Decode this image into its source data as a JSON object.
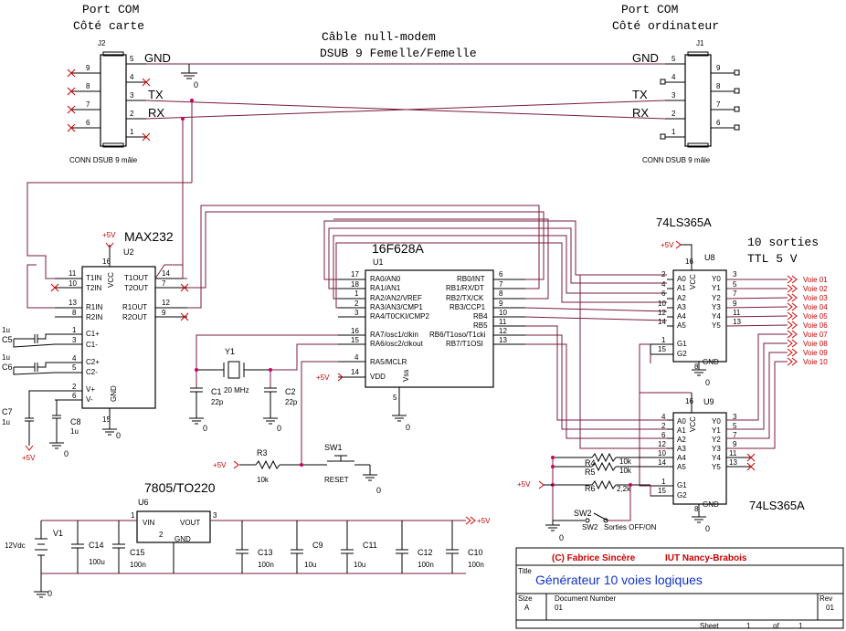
{
  "headings": {
    "com_card": [
      "Port COM",
      "Côté carte"
    ],
    "com_pc": [
      "Port COM",
      "Côté ordinateur"
    ],
    "cable": [
      "Câble null-modem",
      "DSUB 9 Femelle/Femelle"
    ],
    "outputs": [
      "10 sorties",
      "TTL 5 V"
    ]
  },
  "connectors": {
    "j2": {
      "ref": "J2",
      "caption": "CONN DSUB 9 mâle",
      "signals": [
        "GND",
        "TX",
        "RX"
      ],
      "pins": [
        "5",
        "9",
        "4",
        "8",
        "3",
        "7",
        "2",
        "6",
        "1"
      ]
    },
    "j1": {
      "ref": "J1",
      "caption": "CONN DSUB 9 mâle",
      "signals": [
        "GND",
        "TX",
        "RX"
      ],
      "pins": [
        "5",
        "9",
        "4",
        "8",
        "3",
        "7",
        "2",
        "6",
        "1"
      ]
    }
  },
  "max232": {
    "name": "MAX232",
    "ref": "U2",
    "supply": "+5V",
    "gnd_pin": "15",
    "vcc_pin": "16",
    "left_pins": [
      {
        "num": "11",
        "name": "T1IN"
      },
      {
        "num": "10",
        "name": "T2IN"
      },
      {
        "num": "13",
        "name": "R1IN"
      },
      {
        "num": "8",
        "name": "R2IN"
      },
      {
        "num": "1",
        "name": "C1+"
      },
      {
        "num": "3",
        "name": "C1-"
      },
      {
        "num": "4",
        "name": "C2+"
      },
      {
        "num": "5",
        "name": "C2-"
      },
      {
        "num": "2",
        "name": "V+"
      },
      {
        "num": "6",
        "name": "V-"
      }
    ],
    "right_pins": [
      {
        "num": "14",
        "name": "T1OUT"
      },
      {
        "num": "7",
        "name": "T2OUT"
      },
      {
        "num": "12",
        "name": "R1OUT"
      },
      {
        "num": "9",
        "name": "R2OUT"
      }
    ],
    "vcc_label": "VCC",
    "gnd_label": "GND"
  },
  "pic": {
    "name": "16F628A",
    "ref": "U1",
    "supply": "+5V",
    "gnd_pin": "5",
    "left_pins": [
      {
        "num": "17",
        "name": "RA0/AN0"
      },
      {
        "num": "18",
        "name": "RA1/AN1"
      },
      {
        "num": "1",
        "name": "RA2/AN2/VREF"
      },
      {
        "num": "2",
        "name": "RA3/AN3/CMP1"
      },
      {
        "num": "3",
        "name": "RA4/T0CKI/CMP2"
      },
      {
        "num": "16",
        "name": "RA7/osc1/clkin"
      },
      {
        "num": "15",
        "name": "RA6/osc2/clkout"
      },
      {
        "num": "4",
        "name": "RA5/MCLR"
      },
      {
        "num": "14",
        "name": "VDD"
      }
    ],
    "right_pins": [
      {
        "num": "6",
        "name": "RB0/INT"
      },
      {
        "num": "7",
        "name": "RB1/RX/DT"
      },
      {
        "num": "8",
        "name": "RB2/TX/CK"
      },
      {
        "num": "9",
        "name": "RB3/CCP1"
      },
      {
        "num": "10",
        "name": "RB4"
      },
      {
        "num": "11",
        "name": "RB5"
      },
      {
        "num": "12",
        "name": "RB6/T1oso/T1cki"
      },
      {
        "num": "13",
        "name": "RB7/T1OSI"
      }
    ],
    "vss_label": "Vss"
  },
  "buffer_u8": {
    "type": "74LS365A",
    "ref": "U8",
    "supply": "+5V",
    "vcc_pin": "16",
    "gnd_pin": "8",
    "in_pins": [
      {
        "num": "2",
        "name": "A0"
      },
      {
        "num": "4",
        "name": "A1"
      },
      {
        "num": "6",
        "name": "A2"
      },
      {
        "num": "10",
        "name": "A3"
      },
      {
        "num": "12",
        "name": "A4"
      },
      {
        "num": "14",
        "name": "A5"
      }
    ],
    "en_pins": [
      {
        "num": "1",
        "name": "G1"
      },
      {
        "num": "15",
        "name": "G2"
      }
    ],
    "out_pins": [
      {
        "num": "3",
        "name": "Y0"
      },
      {
        "num": "5",
        "name": "Y1"
      },
      {
        "num": "7",
        "name": "Y2"
      },
      {
        "num": "9",
        "name": "Y3"
      },
      {
        "num": "11",
        "name": "Y4"
      },
      {
        "num": "13",
        "name": "Y5"
      }
    ],
    "vcc_label": "VCC",
    "gnd_label": "GND"
  },
  "buffer_u9": {
    "type": "74LS365A",
    "ref": "U9",
    "vcc_pin": "16",
    "gnd_pin": "8",
    "in_pins": [
      {
        "num": "4",
        "name": "A0"
      },
      {
        "num": "2",
        "name": "A1"
      },
      {
        "num": "6",
        "name": "A2"
      },
      {
        "num": "12",
        "name": "A3"
      },
      {
        "num": "10",
        "name": "A4"
      },
      {
        "num": "14",
        "name": "A5"
      }
    ],
    "en_pins": [
      {
        "num": "1",
        "name": "G1"
      },
      {
        "num": "15",
        "name": "G2"
      }
    ],
    "out_pins": [
      {
        "num": "3",
        "name": "Y0"
      },
      {
        "num": "5",
        "name": "Y1"
      },
      {
        "num": "7",
        "name": "Y2"
      },
      {
        "num": "9",
        "name": "Y3"
      },
      {
        "num": "11",
        "name": "Y4"
      },
      {
        "num": "13",
        "name": "Y5"
      }
    ],
    "vcc_label": "VCC",
    "gnd_label": "GND"
  },
  "outputs": [
    "Voie 01",
    "Voie 02",
    "Voie 03",
    "Voie 04",
    "Voie 05",
    "Voie 06",
    "Voie 07",
    "Voie 08",
    "Voie 09",
    "Voie 10"
  ],
  "crystal": {
    "ref": "Y1",
    "value": "20 MHz",
    "c1": {
      "ref": "C1",
      "value": "22p"
    },
    "c2": {
      "ref": "C2",
      "value": "22p"
    }
  },
  "reset": {
    "supply": "+5V",
    "resistor": {
      "ref": "R3",
      "value": "10k"
    },
    "switch": {
      "ref": "SW1",
      "label": "RESET"
    }
  },
  "pulls": {
    "supply": "+5V",
    "r4": {
      "ref": "R4",
      "value": "10k"
    },
    "r5": {
      "ref": "R5",
      "value": "10k"
    },
    "r6": {
      "ref": "R6",
      "value": "2,2k"
    },
    "sw2": {
      "ref": "SW2",
      "label": "Sorties OFF/ON"
    }
  },
  "caps_max": [
    {
      "ref": "C5",
      "value": "1u"
    },
    {
      "ref": "C6",
      "value": "1u"
    },
    {
      "ref": "C7",
      "value": "1u"
    },
    {
      "ref": "C8",
      "value": "1u"
    }
  ],
  "regulator": {
    "title": "7805/TO220",
    "ref": "U6",
    "vin": "VIN",
    "vout": "VOUT",
    "gnd": "GND",
    "pins": [
      "1",
      "2",
      "3"
    ],
    "out": "+5V",
    "source": {
      "ref": "V1",
      "value": "12Vdc"
    },
    "caps": [
      {
        "ref": "C14",
        "value": "100u"
      },
      {
        "ref": "C15",
        "value": "100n"
      },
      {
        "ref": "C13",
        "value": "100n"
      },
      {
        "ref": "C9",
        "value": "10u"
      },
      {
        "ref": "C11",
        "value": "10u"
      },
      {
        "ref": "C12",
        "value": "100n"
      },
      {
        "ref": "C10",
        "value": "100n"
      }
    ]
  },
  "title_block": {
    "author": "(C) Fabrice Sincère",
    "org": "IUT Nancy-Brabois",
    "title_label": "Title",
    "title": "Générateur 10 voies logiques",
    "size_label": "Size",
    "size": "A",
    "docnum_label": "Document Number",
    "docnum": "01",
    "rev_label": "Rev",
    "rev": "01",
    "sheet_label": "Sheet",
    "sheet": "1",
    "of_label": "of",
    "of": "1"
  },
  "gnd_text": "0",
  "colors": {
    "wire": "#7a1b3a",
    "accent": "#cc0000",
    "title": "#1133cc"
  }
}
